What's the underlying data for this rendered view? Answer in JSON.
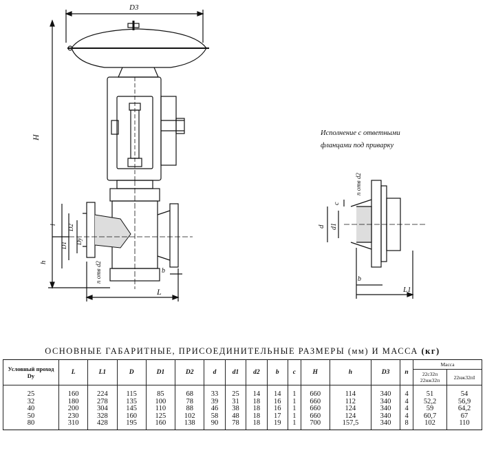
{
  "drawing": {
    "labels": {
      "d3": "D3",
      "H": "H",
      "h": "h",
      "l": "l",
      "D2": "D2",
      "D1": "D1",
      "Dy": "Dy",
      "holes_left": "n отв d2",
      "b": "b",
      "L": "L",
      "holes_right": "n отв d2",
      "c": "c",
      "d": "d",
      "d1": "d1",
      "b_right": "b",
      "L1": "L1"
    },
    "variant_note_line1": "Исполнение с ответными",
    "variant_note_line2": "фланцами под приварку"
  },
  "table": {
    "caption_main": "ОСНОВНЫЕ ГАБАРИТНЫЕ, ПРИСОЕДИНИТЕЛЬНЫЕ РАЗМЕРЫ (мм) И МАССА",
    "caption_unit": "(кг)",
    "headers": {
      "dy": "Условный проход Dy",
      "L": "L",
      "L1": "L1",
      "D": "D",
      "D1": "D1",
      "D2": "D2",
      "d": "d",
      "d1": "d1",
      "d2": "d2",
      "b": "b",
      "c": "c",
      "H": "H",
      "h": "h",
      "D3": "D3",
      "n": "n",
      "mass": "Масса",
      "mass_a": "22с32п 22нж32п",
      "mass_b": "22нж32пI"
    },
    "rows": [
      [
        "25",
        "160",
        "224",
        "115",
        "85",
        "68",
        "33",
        "25",
        "14",
        "14",
        "1",
        "660",
        "114",
        "340",
        "4",
        "51",
        "54"
      ],
      [
        "32",
        "180",
        "278",
        "135",
        "100",
        "78",
        "39",
        "31",
        "18",
        "16",
        "1",
        "660",
        "112",
        "340",
        "4",
        "52,2",
        "56,9"
      ],
      [
        "40",
        "200",
        "304",
        "145",
        "110",
        "88",
        "46",
        "38",
        "18",
        "16",
        "1",
        "660",
        "124",
        "340",
        "4",
        "59",
        "64,2"
      ],
      [
        "50",
        "230",
        "328",
        "160",
        "125",
        "102",
        "58",
        "48",
        "18",
        "17",
        "1",
        "660",
        "124",
        "340",
        "4",
        "60,7",
        "67"
      ],
      [
        "80",
        "310",
        "428",
        "195",
        "160",
        "138",
        "90",
        "78",
        "18",
        "19",
        "1",
        "700",
        "157,5",
        "340",
        "8",
        "102",
        "110"
      ]
    ]
  }
}
